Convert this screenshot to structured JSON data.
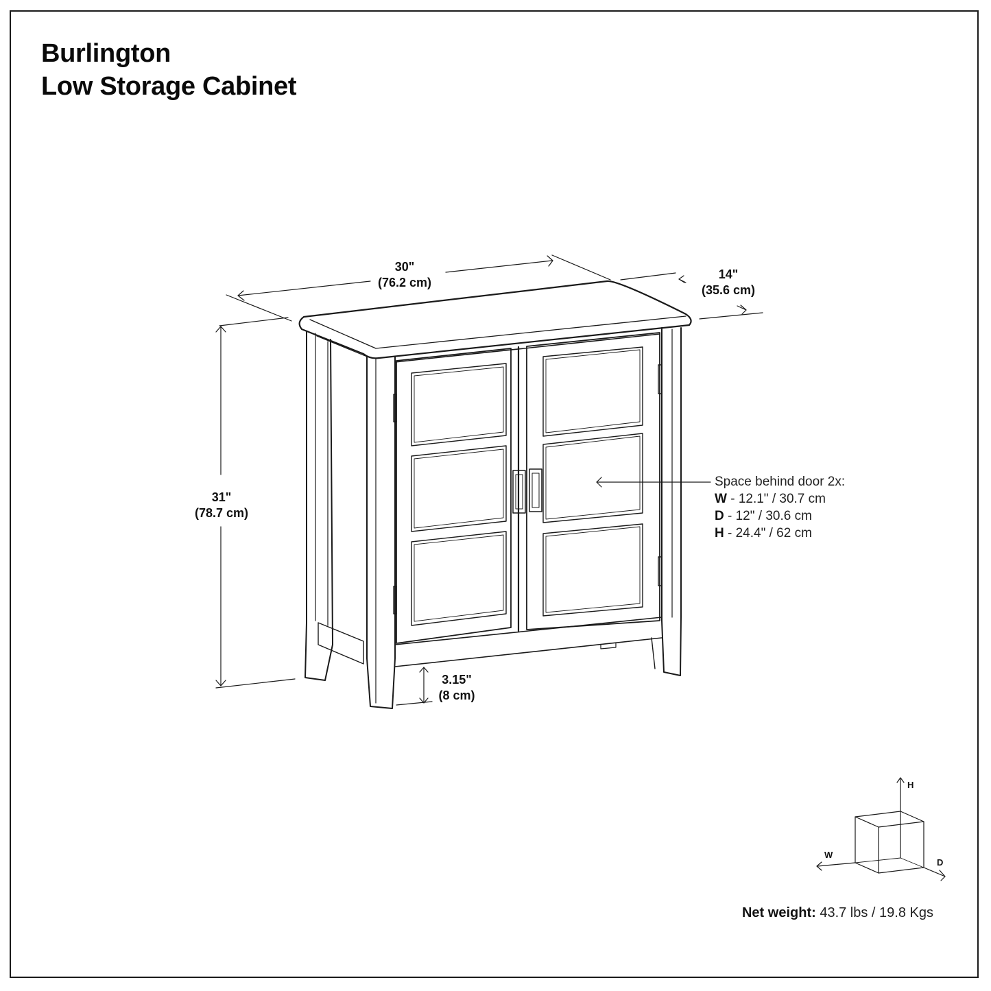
{
  "title": {
    "line1": "Burlington",
    "line2": "Low Storage Cabinet"
  },
  "dimensions": {
    "width": {
      "inches": "30\"",
      "cm": "(76.2 cm)"
    },
    "depth": {
      "inches": "14\"",
      "cm": "(35.6 cm)"
    },
    "height": {
      "inches": "31\"",
      "cm": "(78.7 cm)"
    },
    "clearance": {
      "inches": "3.15\"",
      "cm": "(8 cm)"
    }
  },
  "space_behind_door": {
    "heading": "Space behind door 2x:",
    "rows": [
      {
        "key": "W",
        "value": " - 12.1\" / 30.7 cm"
      },
      {
        "key": "D",
        "value": " - 12\" / 30.6 cm"
      },
      {
        "key": "H",
        "value": " - 24.4\" / 62 cm"
      }
    ]
  },
  "axis_legend": {
    "h": "H",
    "w": "W",
    "d": "D"
  },
  "net_weight": {
    "label": "Net weight:",
    "value": " 43.7 lbs / 19.8 Kgs"
  },
  "colors": {
    "line": "#1a1a1a",
    "background": "#ffffff"
  }
}
